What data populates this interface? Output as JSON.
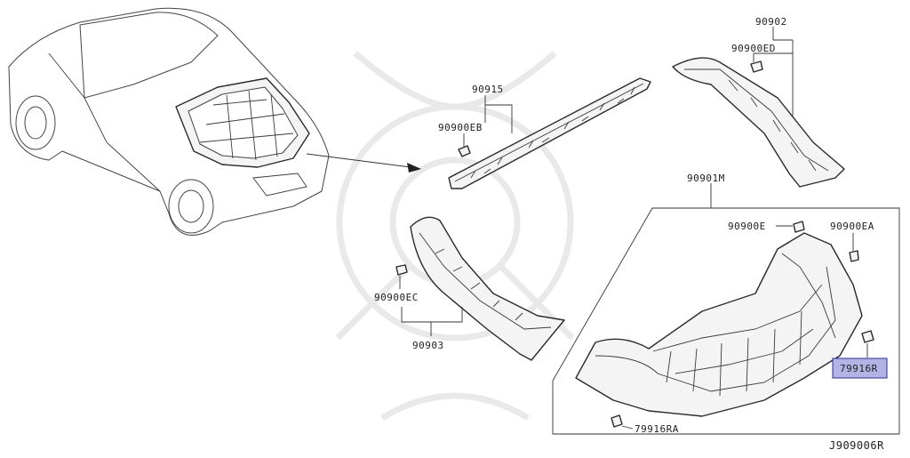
{
  "diagram": {
    "diagram_code": "J909006R",
    "colors": {
      "line": "#2a2a2a",
      "highlight_fill": "#b3b3e6",
      "highlight_stroke": "#2b2b99",
      "watermark": "#e9e9e9"
    },
    "parts": [
      {
        "id": "label-90915",
        "text": "90915"
      },
      {
        "id": "label-90900eb",
        "text": "90900EB"
      },
      {
        "id": "label-90902",
        "text": "90902"
      },
      {
        "id": "label-90900ed",
        "text": "90900ED"
      },
      {
        "id": "label-90901m",
        "text": "90901M"
      },
      {
        "id": "label-90900e",
        "text": "90900E"
      },
      {
        "id": "label-90900ea",
        "text": "90900EA"
      },
      {
        "id": "label-90900ec",
        "text": "90900EC"
      },
      {
        "id": "label-90903",
        "text": "90903"
      },
      {
        "id": "label-79916r",
        "text": "79916R"
      },
      {
        "id": "label-79916ra",
        "text": "79916RA"
      }
    ]
  }
}
